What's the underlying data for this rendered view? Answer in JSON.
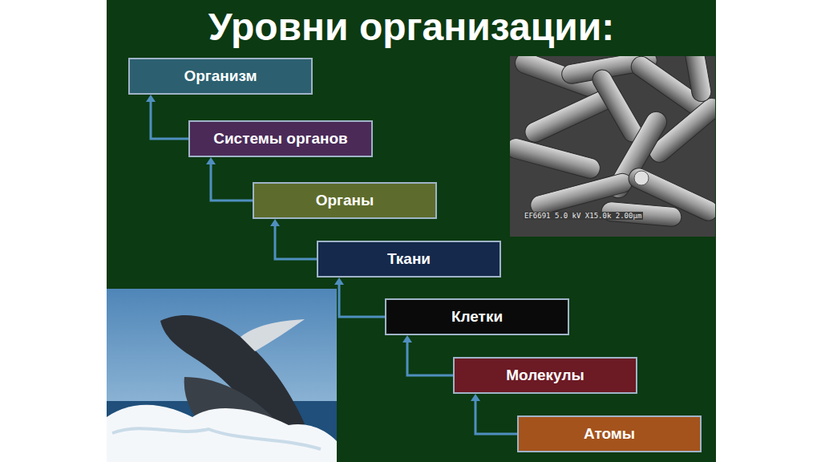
{
  "diagram": {
    "title": "Уровни организации:",
    "nodes": [
      {
        "text": [
          "Организм"
        ]
      },
      {
        "text": [
          "Системы органов"
        ]
      },
      {
        "text": [
          "Органы"
        ]
      },
      {
        "text": [
          "Ткани"
        ]
      },
      {
        "text": [
          "Клетки"
        ]
      },
      {
        "text": [
          "Молекулы"
        ]
      },
      {
        "text": [
          "Атомы"
        ]
      }
    ],
    "edges": [
      {
        "from": 1,
        "to": 0,
        "arrow": "to"
      },
      {
        "from": 2,
        "to": 1,
        "arrow": "to"
      },
      {
        "from": 3,
        "to": 2,
        "arrow": "to"
      },
      {
        "from": 4,
        "to": 3,
        "arrow": "to"
      },
      {
        "from": 5,
        "to": 4,
        "arrow": "to"
      },
      {
        "from": 6,
        "to": 5,
        "arrow": "to"
      }
    ],
    "labels": [
      "EF6691 5.0 kV X15.0k 2.00µm"
    ]
  }
}
